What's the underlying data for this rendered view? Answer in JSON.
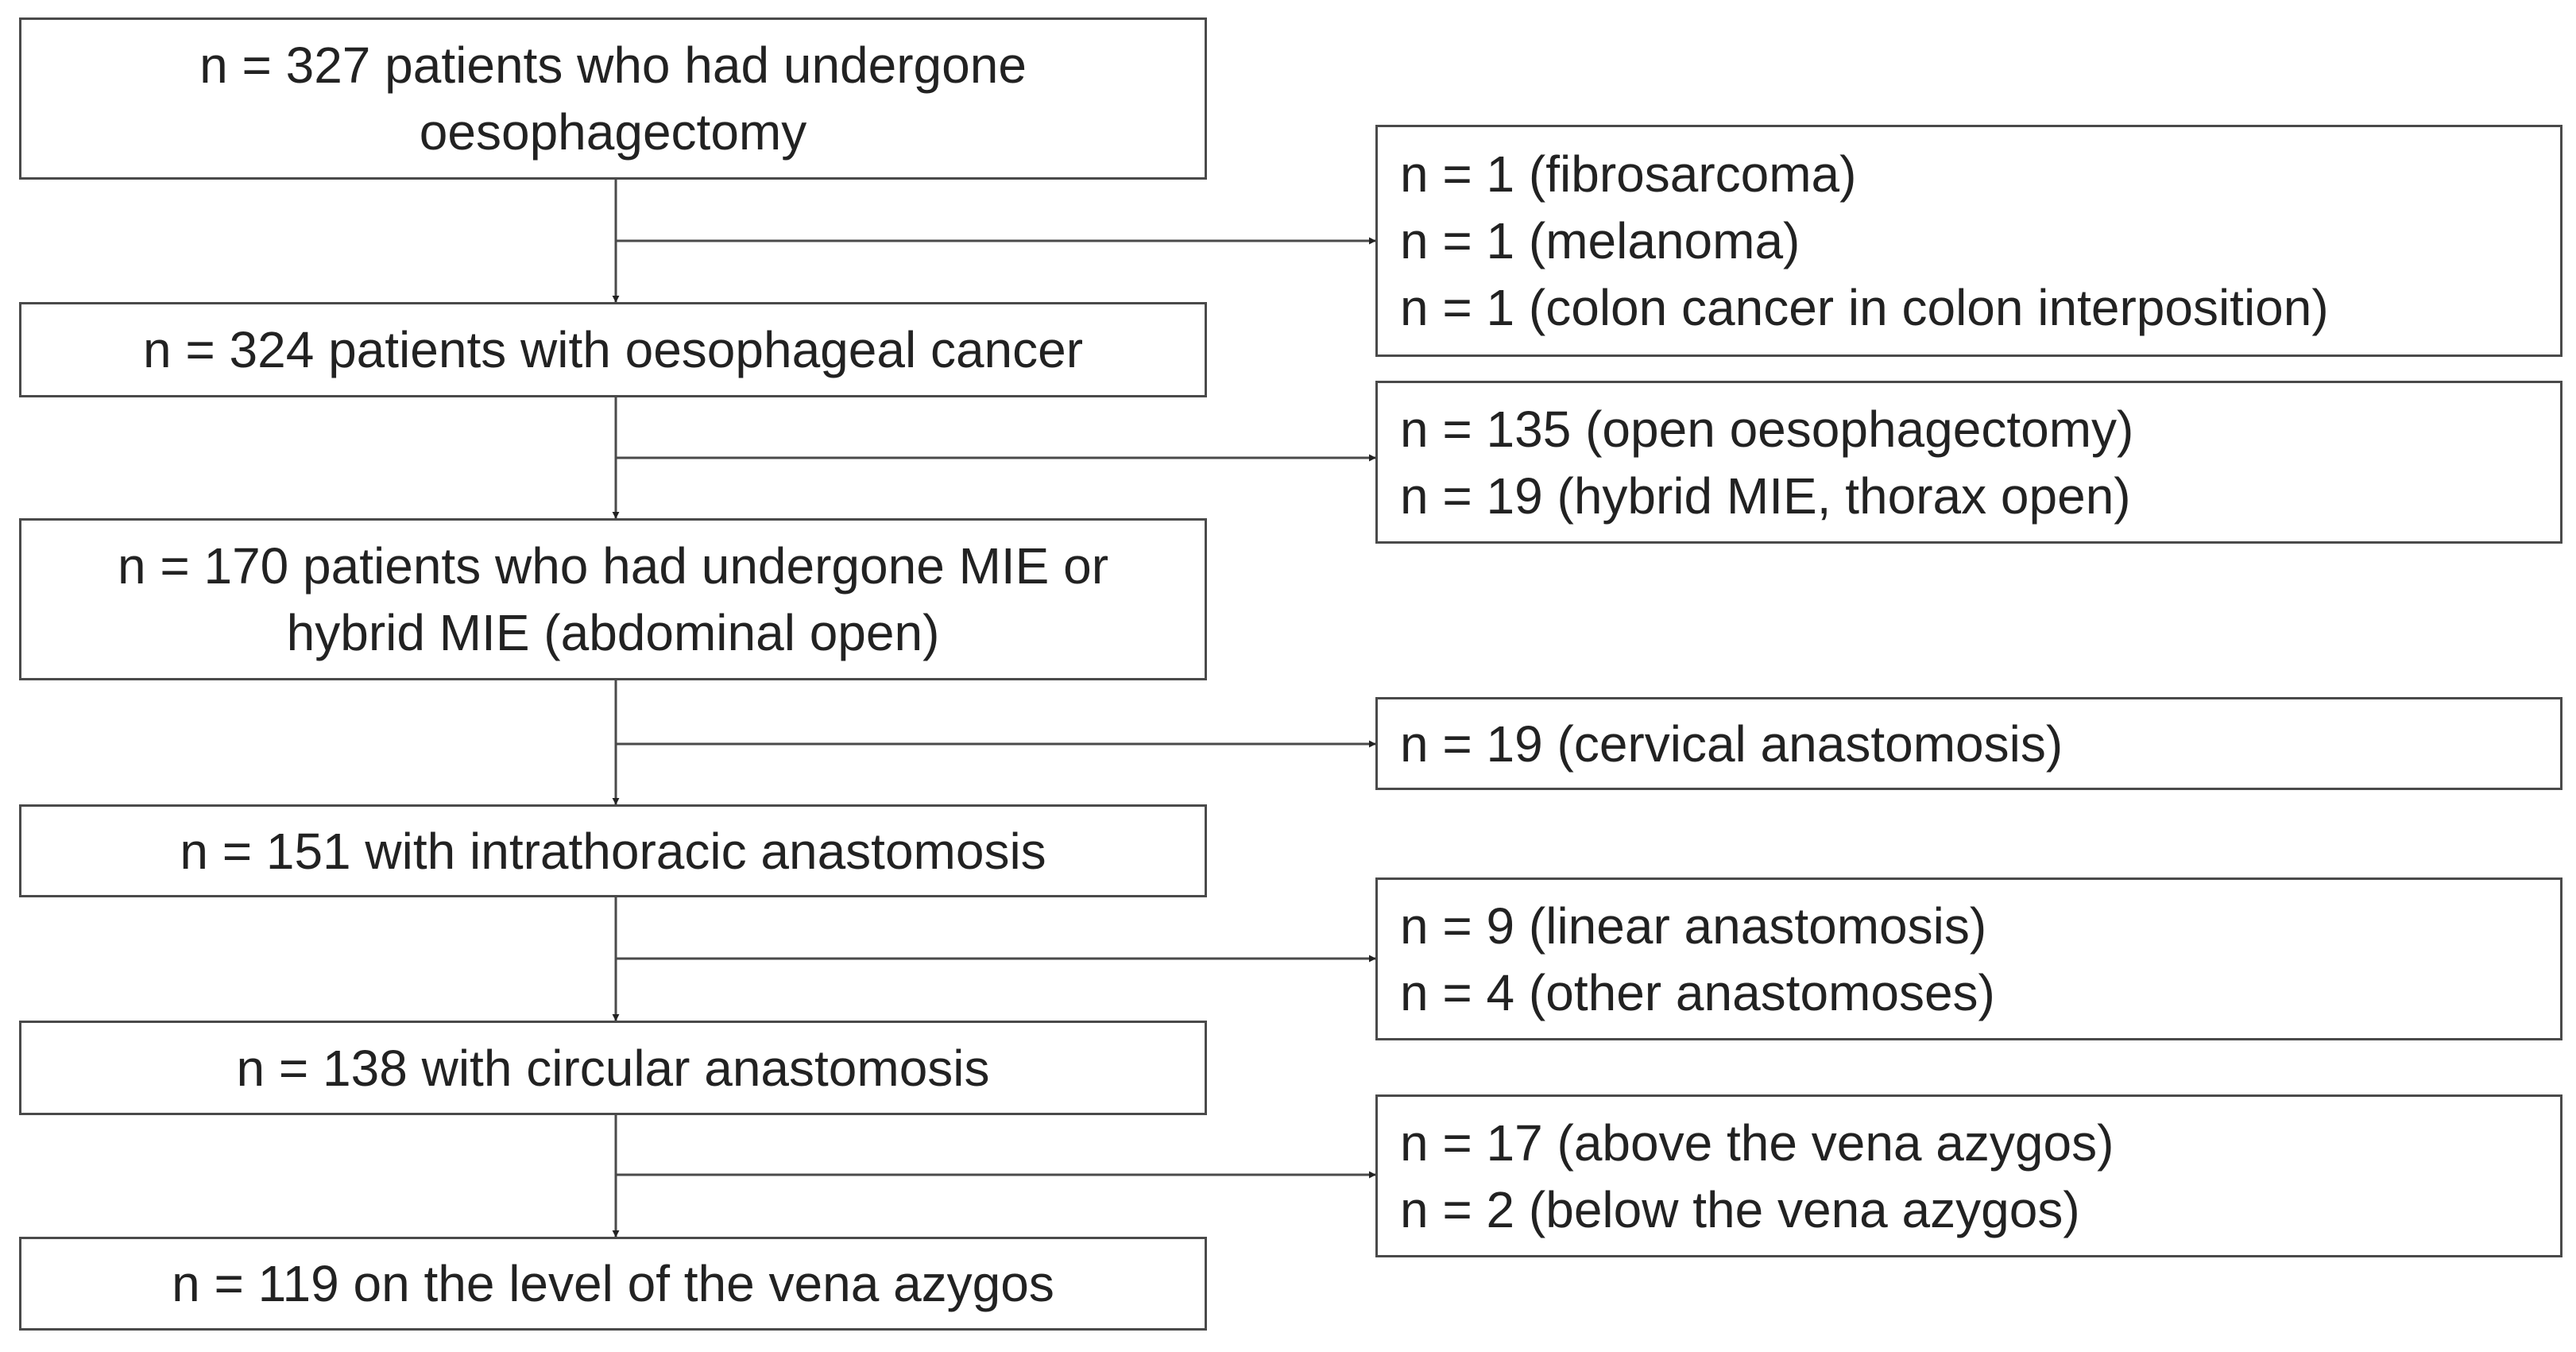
{
  "main_boxes": [
    {
      "lines": [
        "n = 327 patients who had undergone",
        "oesophagectomy"
      ]
    },
    {
      "lines": [
        "n = 324 patients with oesophageal cancer"
      ]
    },
    {
      "lines": [
        "n = 170 patients who had undergone MIE or",
        "hybrid MIE (abdominal open)"
      ]
    },
    {
      "lines": [
        "n = 151 with intrathoracic anastomosis"
      ]
    },
    {
      "lines": [
        "n = 138 with circular anastomosis"
      ]
    },
    {
      "lines": [
        "n = 119 on the level of the vena azygos"
      ]
    }
  ],
  "exclusion_boxes": [
    {
      "lines": [
        "n = 1 (fibrosarcoma)",
        "n = 1 (melanoma)",
        "n = 1 (colon cancer in colon interposition)"
      ]
    },
    {
      "lines": [
        "n = 135 (open oesophagectomy)",
        "n = 19 (hybrid MIE, thorax open)"
      ]
    },
    {
      "lines": [
        "n = 19 (cervical anastomosis)"
      ]
    },
    {
      "lines": [
        "n = 9 (linear anastomosis)",
        "n = 4 (other anastomoses)"
      ]
    },
    {
      "lines": [
        "n = 17 (above the vena azygos)",
        "n = 2 (below the vena azygos)"
      ]
    }
  ],
  "colors": {
    "line": "#4a4a4a",
    "text": "#222222",
    "background": "#ffffff"
  }
}
